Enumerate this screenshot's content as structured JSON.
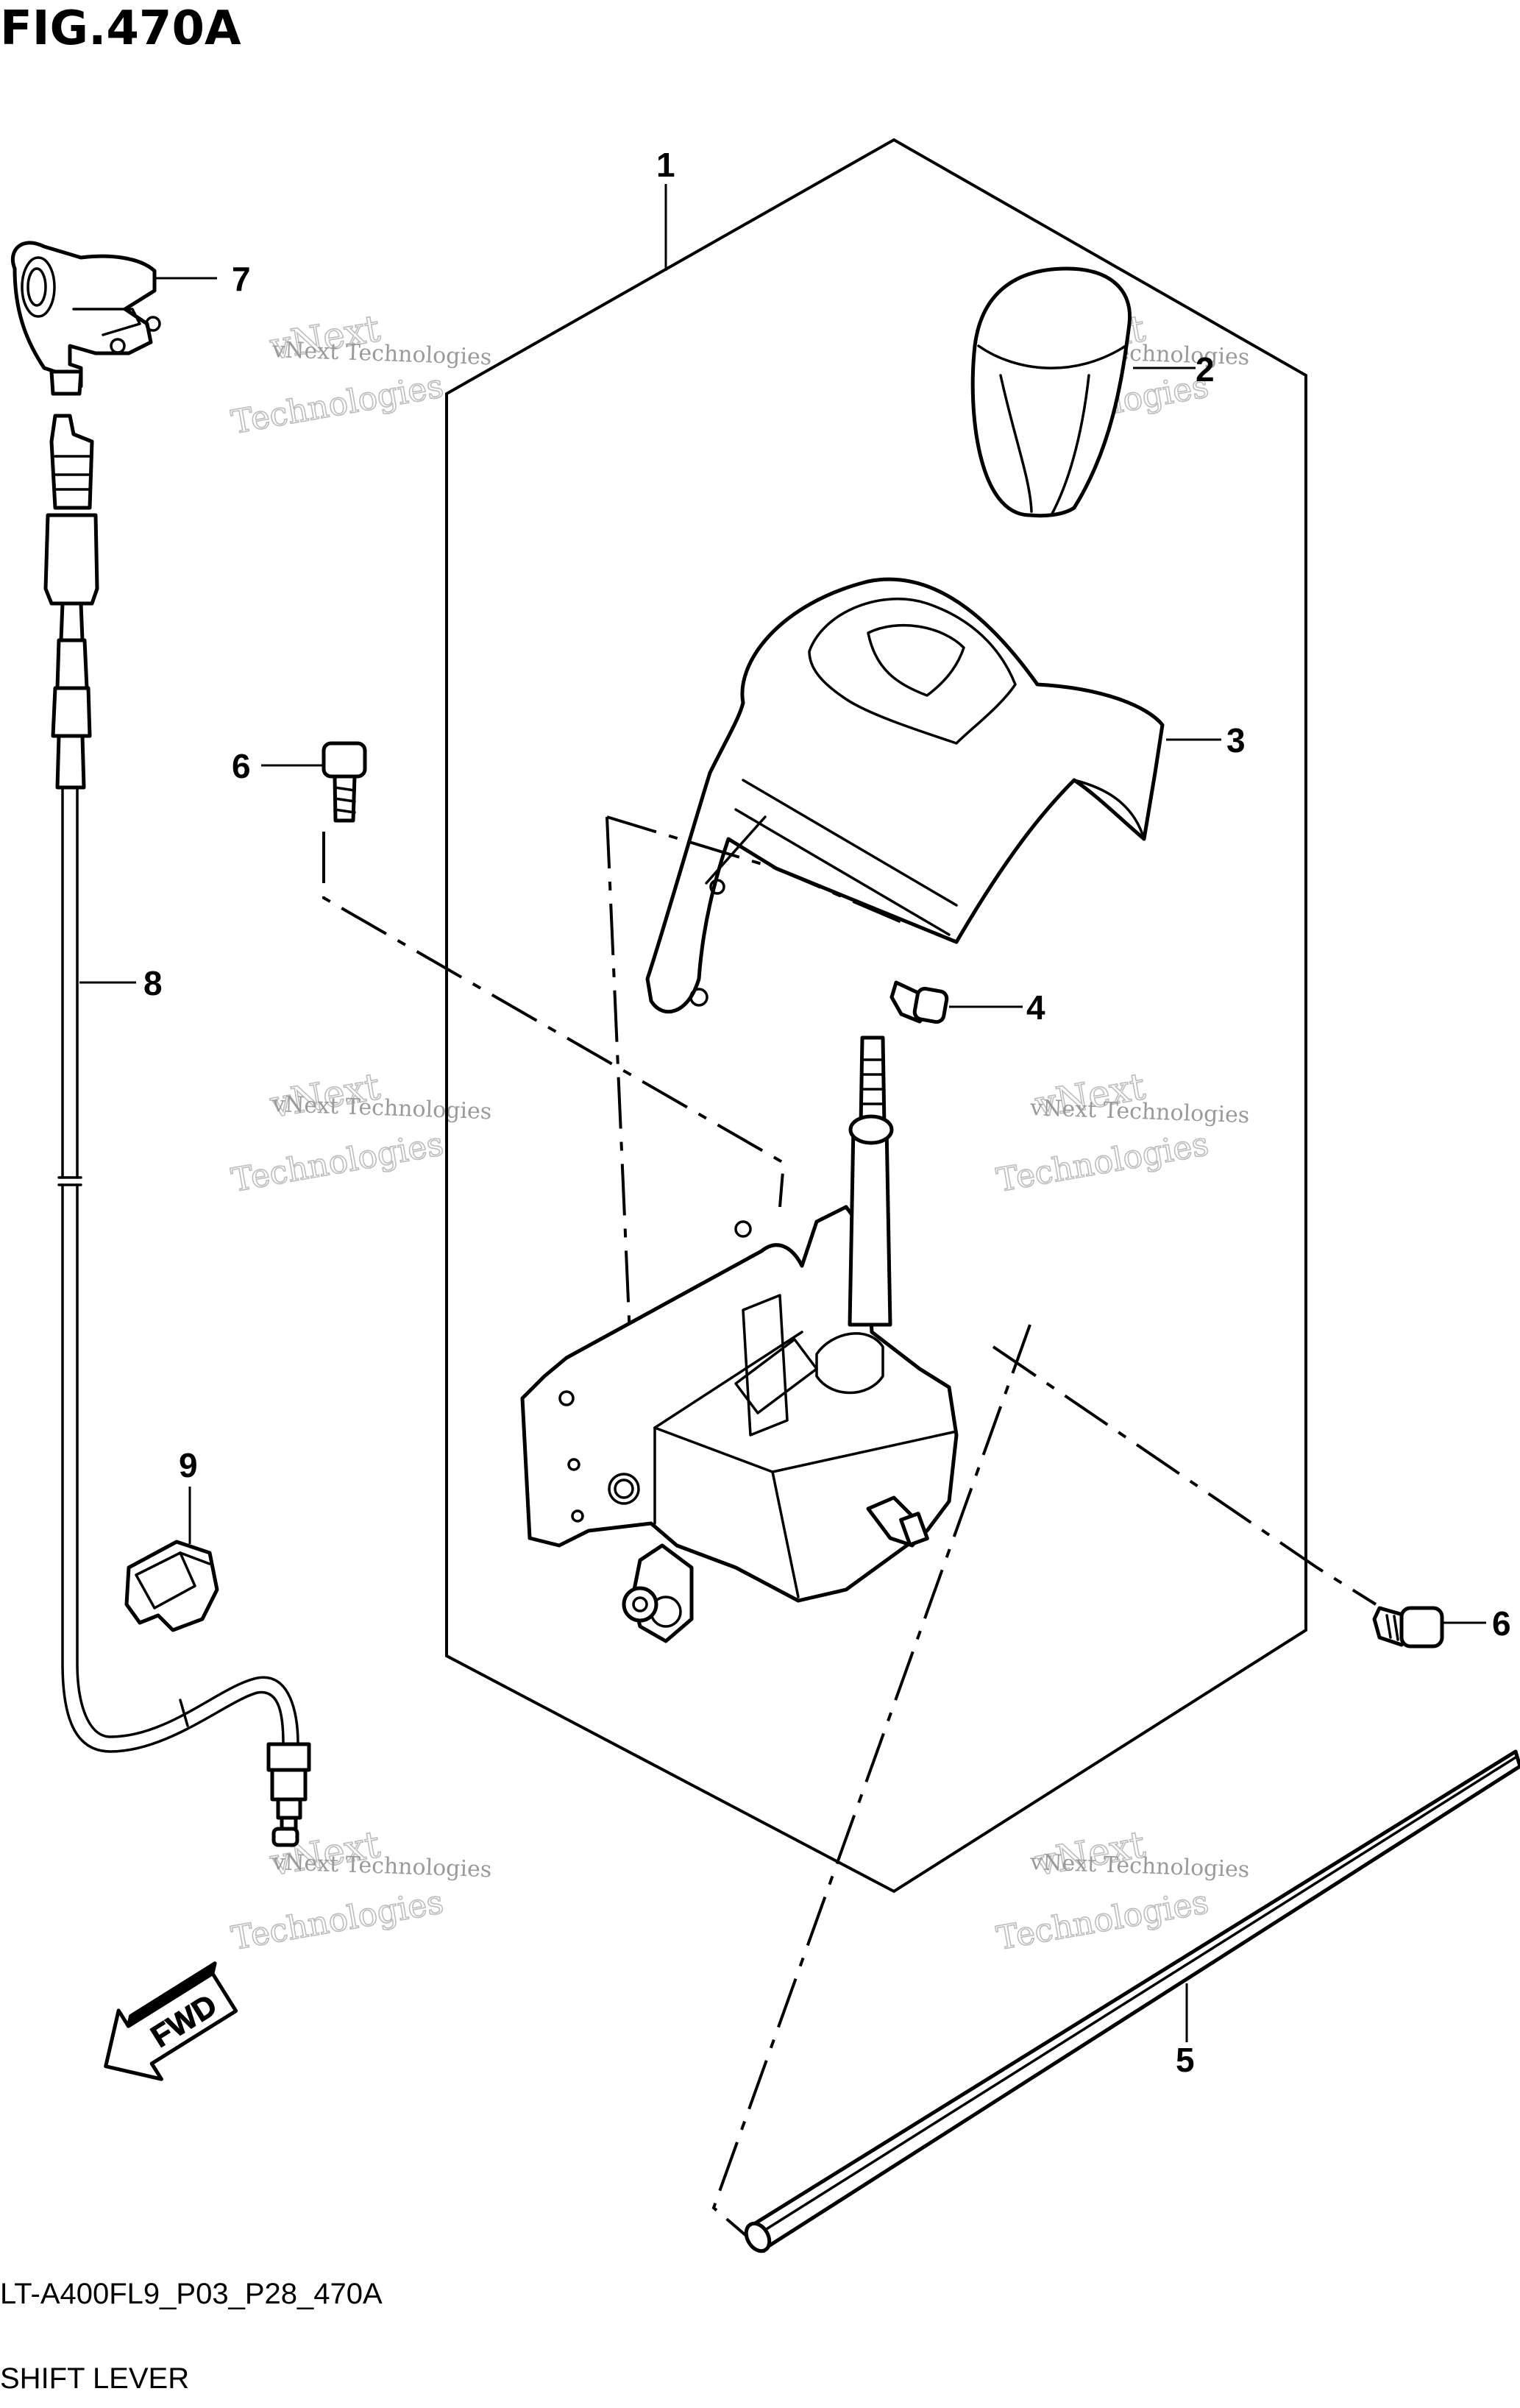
{
  "figure": {
    "title": "FIG.470A",
    "code": "LT-A400FL9_P03_P28_470A",
    "caption": "SHIFT LEVER",
    "fwd_label": "FWD"
  },
  "callouts": [
    "1",
    "2",
    "3",
    "4",
    "5",
    "6",
    "6",
    "7",
    "8",
    "9"
  ],
  "watermark": {
    "line1": "vNext Technologies",
    "line2": "vNext",
    "line3": "Technologies"
  }
}
